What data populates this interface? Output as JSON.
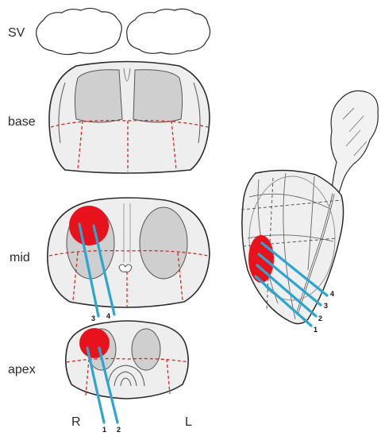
{
  "labels": {
    "sv": "SV",
    "base": "base",
    "mid": "mid",
    "apex": "apex",
    "right": "R",
    "left": "L"
  },
  "core_numbers": {
    "mid_3": "3",
    "mid_4": "4",
    "apex_1": "1",
    "apex_2": "2",
    "side_4": "4",
    "side_3": "3",
    "side_2": "2",
    "side_1": "1"
  },
  "colors": {
    "outline": "#2b2b2b",
    "zone_fill": "#cfcfcf",
    "gland_fill": "#eeeeee",
    "sector_line": "#d42a1f",
    "lesion": "#e8121c",
    "needle": "#2aa6d2"
  }
}
